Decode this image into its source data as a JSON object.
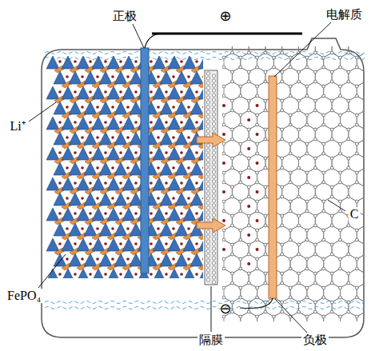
{
  "diagram": {
    "labels": [
      "⊕",
      "正极",
      "电解质",
      "Li⁺",
      "C",
      "FePO₄",
      "⊖",
      "隔膜",
      "负极"
    ]
  }
}
